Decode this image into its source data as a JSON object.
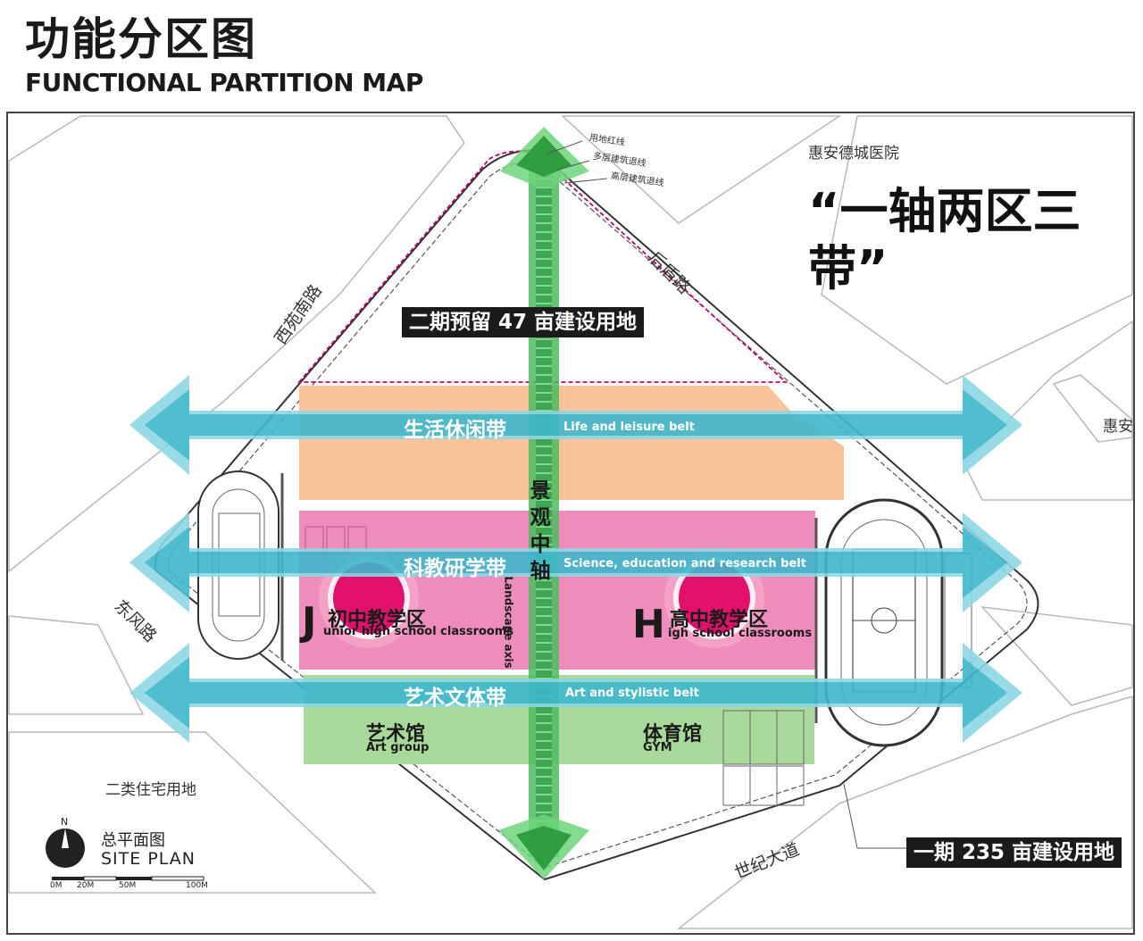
{
  "header": {
    "title_cn": "功能分区图",
    "title_en": "FUNCTIONAL PARTITION MAP"
  },
  "slogan": "“一轴两区三带”",
  "roads": {
    "xiyuan": "西苑南路",
    "houdun": "后盾路",
    "dongfeng": "东风路",
    "shiji": "世纪大道"
  },
  "places": {
    "hospital": "惠安德城医院",
    "huian": "惠安",
    "residential": "二类住宅用地"
  },
  "leader_lines": {
    "red_line": "用地红线",
    "multi_setback": "多层建筑退线",
    "high_setback": "高层建筑退线"
  },
  "tags": {
    "phase2": "二期预留 47 亩建设用地",
    "phase1": "一期 235 亩建设用地"
  },
  "belts": {
    "life": {
      "cn": "生活休闲带",
      "en": "Life and leisure belt"
    },
    "science": {
      "cn": "科教研学带",
      "en": "Science, education and research belt"
    },
    "art": {
      "cn": "艺术文体带",
      "en": "Art and stylistic belt"
    }
  },
  "axis": {
    "cn": "景观中轴",
    "en": "Landscape axis"
  },
  "zones": {
    "junior": {
      "letter": "J",
      "cn": "初中教学区",
      "en": "unior high school classrooms"
    },
    "high": {
      "letter": "H",
      "cn": "高中教学区",
      "en": "igh school classrooms"
    }
  },
  "buildings": {
    "art": {
      "cn": "艺术馆",
      "en": "Art group"
    },
    "gym": {
      "cn": "体育馆",
      "en": "GYM"
    }
  },
  "legend": {
    "north": "N",
    "cn": "总平面图",
    "en": "SITE PLAN",
    "scale_labels": [
      "0M",
      "20M",
      "50M",
      "100M"
    ]
  },
  "colors": {
    "belt_blue": "#3fb7cc",
    "axis_green": "#4dbb5f",
    "orange_zone": "#f8c39a",
    "pink_zone": "#ee8cbb",
    "green_zone": "#a9d99a",
    "magenta_circle": "#e0106b",
    "boundary_red": "#c0006b"
  }
}
